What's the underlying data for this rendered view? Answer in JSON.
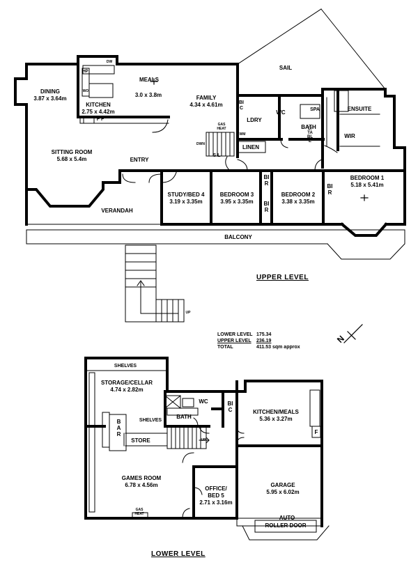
{
  "upper": {
    "level_label": "UPPER LEVEL",
    "rooms": {
      "dining": {
        "name": "DINING",
        "dims": "3.87 x 3.64m"
      },
      "kitchen": {
        "name": "KITCHEN",
        "dims": "2.75 x 4.42m"
      },
      "meals": {
        "name": "MEALS",
        "dims": "3.0 x 3.8m"
      },
      "family": {
        "name": "FAMILY",
        "dims": "4.34 x 4.61m"
      },
      "sitting": {
        "name": "SITTING ROOM",
        "dims": "5.68 x 5.4m"
      },
      "entry": {
        "name": "ENTRY"
      },
      "verandah": {
        "name": "VERANDAH"
      },
      "balcony": {
        "name": "BALCONY"
      },
      "study": {
        "name": "STUDY/BED 4",
        "dims": "3.19 x 3.35m"
      },
      "bed3": {
        "name": "BEDROOM 3",
        "dims": "3.95 x 3.35m"
      },
      "bed2": {
        "name": "BEDROOM 2",
        "dims": "3.38 x 3.35m"
      },
      "bed1": {
        "name": "BEDROOM 1",
        "dims": "5.18 x 5.41m"
      },
      "sail": {
        "name": "SAIL"
      },
      "ensuite": {
        "name": "ENSUITE"
      },
      "wir": {
        "name": "WIR"
      },
      "bath": {
        "name": "BATH"
      },
      "spa": {
        "name": "SPA"
      },
      "wc": {
        "name": "WC"
      },
      "ldry": {
        "name": "LDRY"
      },
      "linen": {
        "name": "LINEN"
      },
      "bic": {
        "name": "BIC"
      },
      "wm": {
        "name": "WM"
      },
      "dtable": {
        "name": "D/TABLE"
      },
      "gas_heat": {
        "name": "GAS HEAT"
      },
      "dwn": {
        "name": "DWN"
      },
      "sl": {
        "name": "S L"
      },
      "dw": {
        "name": "DW"
      },
      "hp": {
        "name": "HP"
      },
      "wo": {
        "name": "WO"
      },
      "ff": {
        "name": "F F"
      },
      "bir_a": {
        "name": "BIR"
      },
      "bir_b": {
        "name": "BIR"
      },
      "bir_c": {
        "name": "BIR"
      }
    },
    "stair_label": "UP"
  },
  "lower": {
    "level_label": "LOWER LEVEL",
    "rooms": {
      "shelves_top": {
        "name": "SHELVES"
      },
      "storage": {
        "name": "STORAGE/CELLAR",
        "dims": "4.74 x 2.82m"
      },
      "wc": {
        "name": "WC"
      },
      "bic": {
        "name": "BIC"
      },
      "kitchen": {
        "name": "KITCHEN/MEALS",
        "dims": "5.36 x 3.27m"
      },
      "bath": {
        "name": "BATH"
      },
      "bar": {
        "name": "BAR"
      },
      "shelves_mid": {
        "name": "SHELVES"
      },
      "store": {
        "name": "STORE"
      },
      "up": {
        "name": "UP"
      },
      "games": {
        "name": "GAMES ROOM",
        "dims": "6.78 x 4.56m"
      },
      "office": {
        "name": "OFFICE/ BED 5",
        "dims": "2.71 x 3.16m"
      },
      "garage": {
        "name": "GARAGE",
        "dims": "5.95 x 6.02m"
      },
      "gas_heat": {
        "name": "GAS HEAT"
      },
      "auto": {
        "name": "AUTO"
      },
      "roller": {
        "name": "ROLLER DOOR"
      },
      "f": {
        "name": "F"
      }
    }
  },
  "areas": [
    {
      "label": "LOWER LEVEL",
      "value": "175.34"
    },
    {
      "label": "UPPER LEVEL",
      "value": "236.19"
    },
    {
      "label": "TOTAL",
      "value": "411.53 sqm approx"
    }
  ],
  "north_label": "N"
}
